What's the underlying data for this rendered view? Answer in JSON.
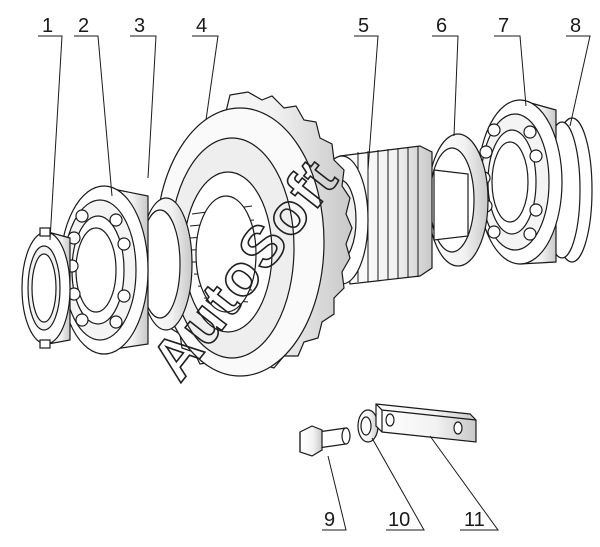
{
  "callouts": [
    {
      "id": "1",
      "label": "1"
    },
    {
      "id": "2",
      "label": "2"
    },
    {
      "id": "3",
      "label": "3"
    },
    {
      "id": "4",
      "label": "4"
    },
    {
      "id": "5",
      "label": "5"
    },
    {
      "id": "6",
      "label": "6"
    },
    {
      "id": "7",
      "label": "7"
    },
    {
      "id": "8",
      "label": "8"
    },
    {
      "id": "9",
      "label": "9"
    },
    {
      "id": "10",
      "label": "10"
    },
    {
      "id": "11",
      "label": "11"
    }
  ],
  "watermark": "AutoSoft",
  "colors": {
    "line": "#1a1a1a",
    "fill": "#ffffff",
    "shade": "#d8d8d8",
    "watermark": "#202020"
  }
}
